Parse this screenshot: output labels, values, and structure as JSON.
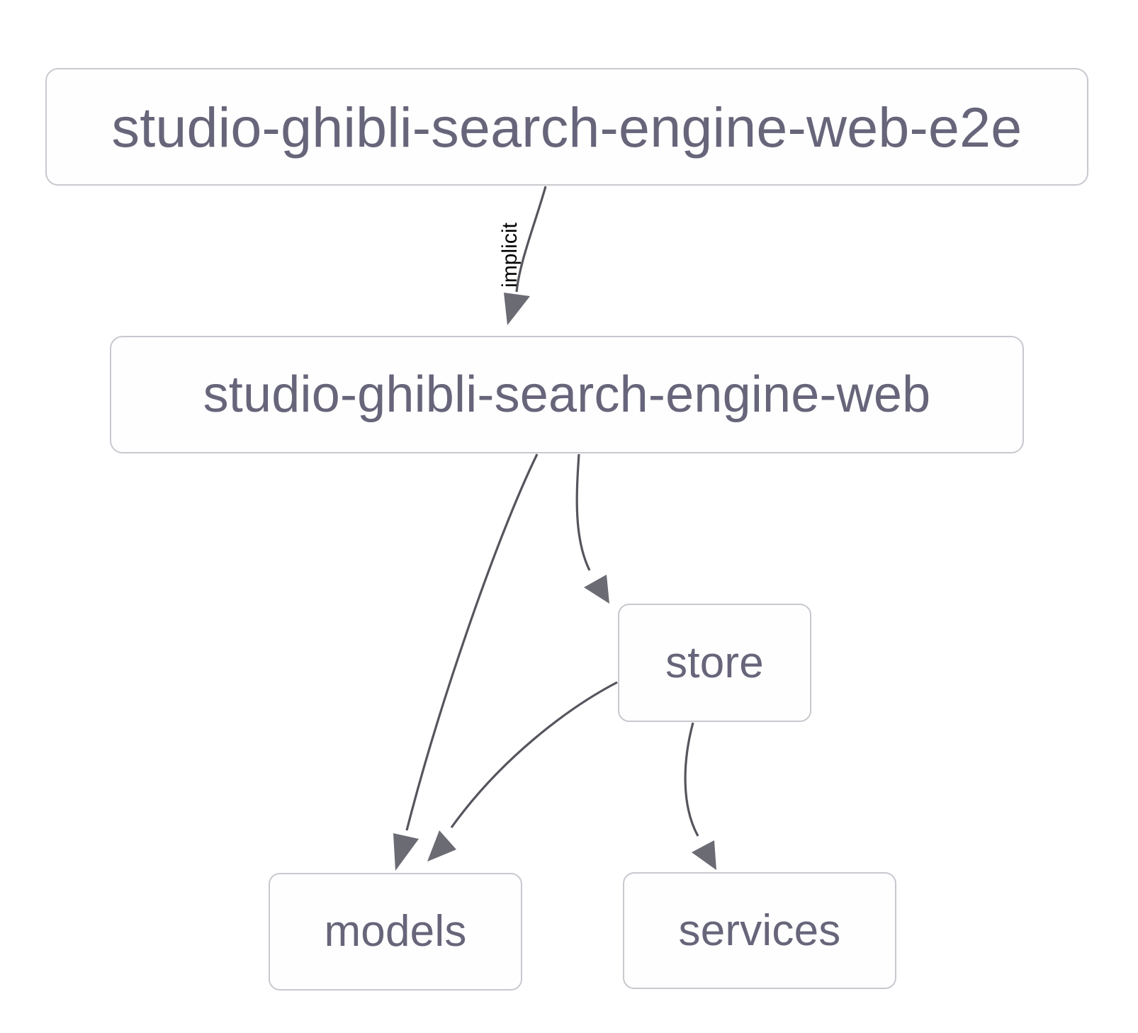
{
  "diagram": {
    "type": "directed-graph",
    "title": "",
    "background_color": "#ffffff",
    "node_border_color": "#c9c8cf",
    "node_fill_color": "#fefefe",
    "node_text_color": "#66657a",
    "edge_color": "#55555e",
    "edge_label_color": "#000000",
    "nodes": [
      {
        "id": "web-e2e",
        "label": "studio-ghibli-search-engine-web-e2e"
      },
      {
        "id": "web",
        "label": "studio-ghibli-search-engine-web"
      },
      {
        "id": "store",
        "label": "store"
      },
      {
        "id": "models",
        "label": "models"
      },
      {
        "id": "services",
        "label": "services"
      }
    ],
    "edges": [
      {
        "from": "web-e2e",
        "to": "web",
        "label": "implicit"
      },
      {
        "from": "web",
        "to": "models",
        "label": ""
      },
      {
        "from": "web",
        "to": "store",
        "label": ""
      },
      {
        "from": "store",
        "to": "models",
        "label": ""
      },
      {
        "from": "store",
        "to": "services",
        "label": ""
      }
    ],
    "edge_labels": {
      "implicit": "implicit"
    }
  }
}
